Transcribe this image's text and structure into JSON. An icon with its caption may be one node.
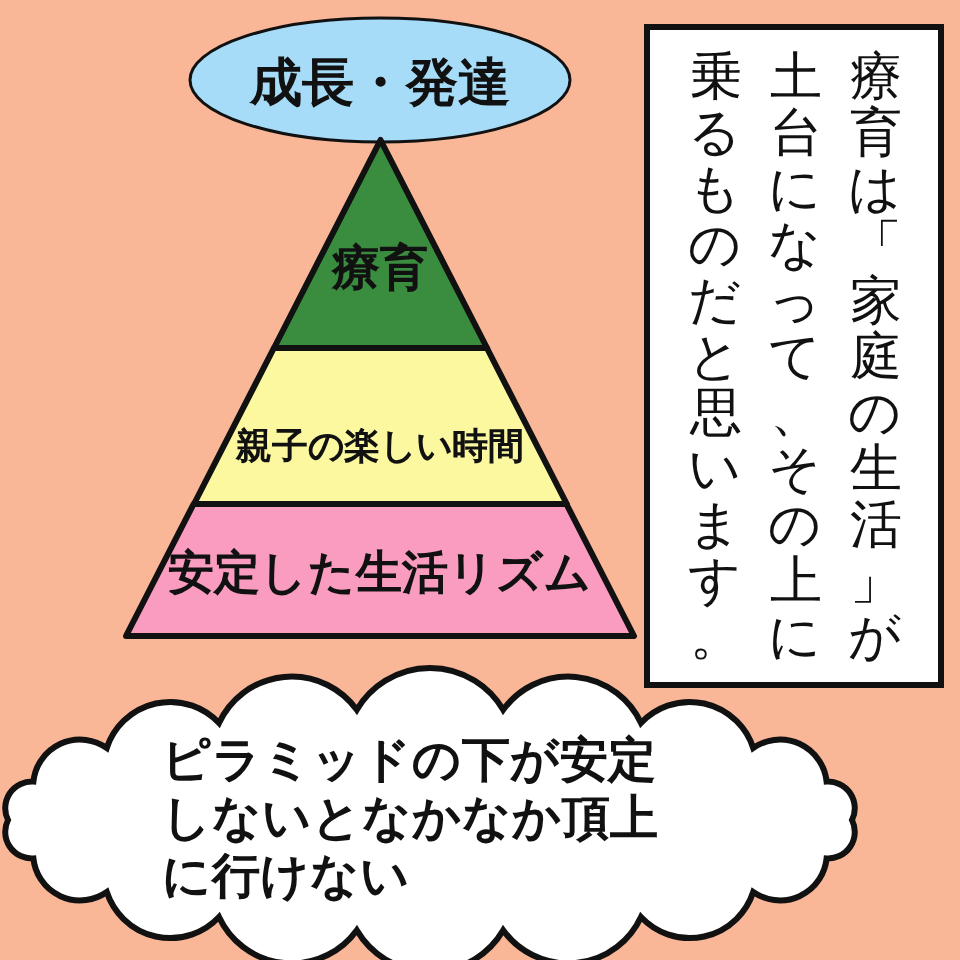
{
  "diagram": {
    "nodes": [
      {
        "text": [
          "成長・発達"
        ]
      },
      {
        "text": [
          "療育"
        ]
      },
      {
        "text": [
          "親子の楽しい時間"
        ]
      },
      {
        "text": [
          "安定した生活リズム"
        ]
      },
      {
        "text": [
          "療育は「家庭の生活」が土台になって、その上に乗るものだと思います。"
        ]
      },
      {
        "text": [
          "ピラミッドの下が安定しないとなかなか頂上に行けない"
        ]
      }
    ],
    "edges": []
  }
}
